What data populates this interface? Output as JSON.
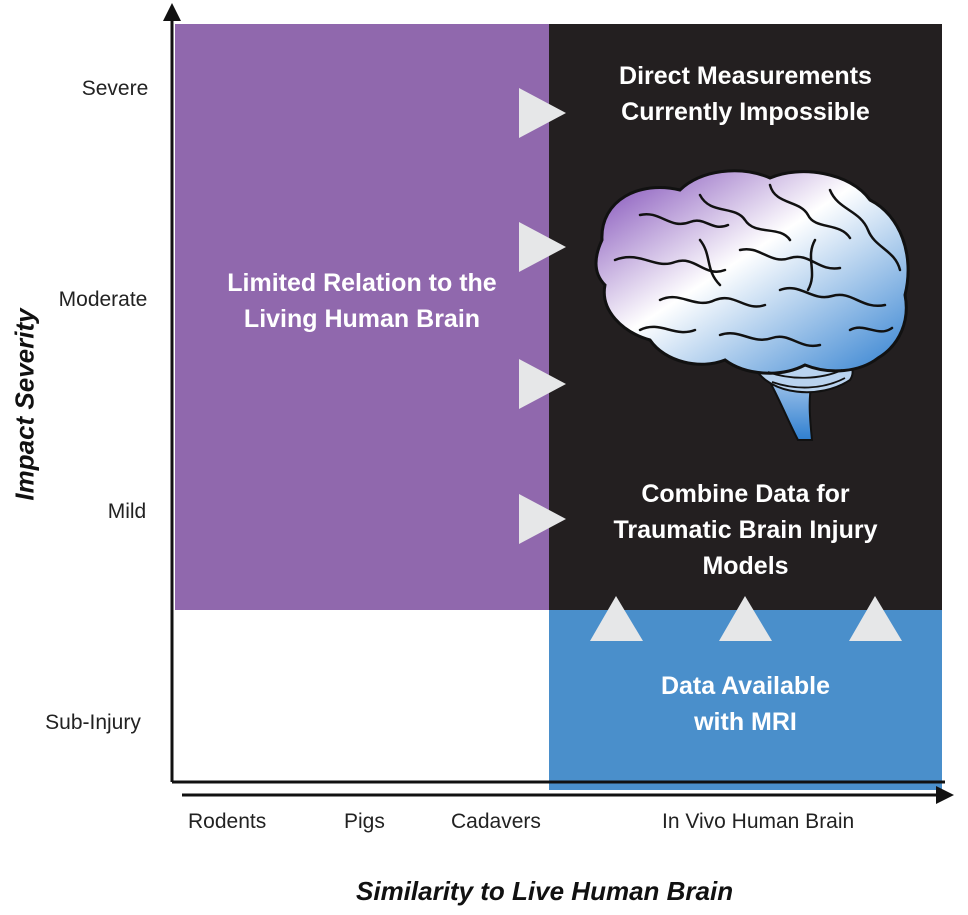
{
  "panels": {
    "limited_relation": "Limited Relation to the\nLiving Human Brain",
    "direct_measurements": "Direct Measurements\nCurrently Impossible",
    "combine_data": "Combine Data for\nTraumatic Brain Injury\nModels",
    "data_available": "Data Available\nwith MRI"
  },
  "y_axis": {
    "title": "Impact Severity",
    "ticks": [
      "Severe",
      "Moderate",
      "Mild",
      "Sub-Injury"
    ]
  },
  "x_axis": {
    "title": "Similarity to Live Human Brain",
    "ticks": [
      "Rodents",
      "Pigs",
      "Cadavers",
      "In Vivo Human Brain"
    ]
  },
  "colors": {
    "purple": "#9068ad",
    "black": "#231f20",
    "blue": "#4a8fcb",
    "arrow": "#e6e7e8"
  },
  "icons": [
    "brain-icon"
  ]
}
